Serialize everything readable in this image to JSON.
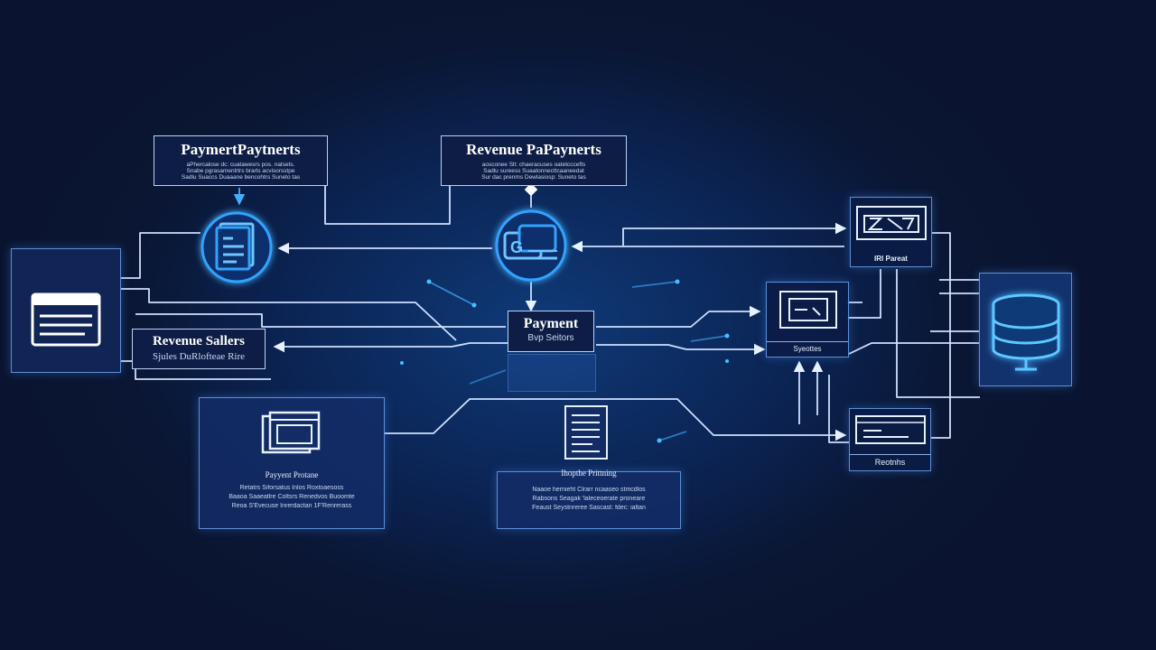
{
  "labels": {
    "payment_payments": {
      "title": "PaymertPaytnerts",
      "line1": "aPhercalose dc: cuatawesrs pos. natsets.",
      "line2": "Snabe pgrasamenlrtrs brarls acvisorsstpe",
      "line3": "Sadlu Suaccs Duaaane bencohtrs Suneto tas"
    },
    "revenue_payments": {
      "title": "Revenue PaPaynerts",
      "line1": "aosconee Slt: chaeracuses oatetcccefts",
      "line2": "Sadlu sureess Suaatonnecttcaaneedat",
      "line3": "Sur dac prenms Dewlasiosp: Suneto tas"
    },
    "revenue_sellers": {
      "title": "Revenue Sallers",
      "subtitle": "Sjules DuRlofteae Rire"
    },
    "payment_center": {
      "title": "Payment",
      "subtitle": "Bvp Seitors"
    },
    "server_label": "IRI Pareat",
    "sysem_label": "Syeottes",
    "reports_label": "Reotnhs"
  },
  "cards": {
    "payment_process": {
      "title": "Payyent Protane",
      "line1": "Retatrs Siforsatus Inlos Roxtoaesoss",
      "line2": "Baaoa Saaeatlre Coltsrs Renedvos Buoomte",
      "line3": "Reoa S'Evecuse Inrerdactan 1F'Renrerass"
    },
    "shopping_processing": {
      "title": "Ihopthe Prittning",
      "line1": "Naaoe hernieht Clrarr ncaaseo stmcdlos",
      "line2": "Rabsons Seagak 'laleceoerate proneare",
      "line3": "Feaust Seystnreree Sascast: fdec: ialtan"
    }
  },
  "icons": {
    "left_panel": "window-icon",
    "ledger": "ledger-document-icon",
    "exchange": "exchange-icon",
    "server": "server-icon",
    "database": "database-icon",
    "monitor": "monitor-icon",
    "terminal": "terminal-icon",
    "document": "document-icon",
    "pp_window": "window-stack-icon"
  },
  "colors": {
    "background": "#0a1633",
    "line": "#d9e8ff",
    "accent": "#3fb0ff",
    "box_border": "#5b8fd6"
  }
}
